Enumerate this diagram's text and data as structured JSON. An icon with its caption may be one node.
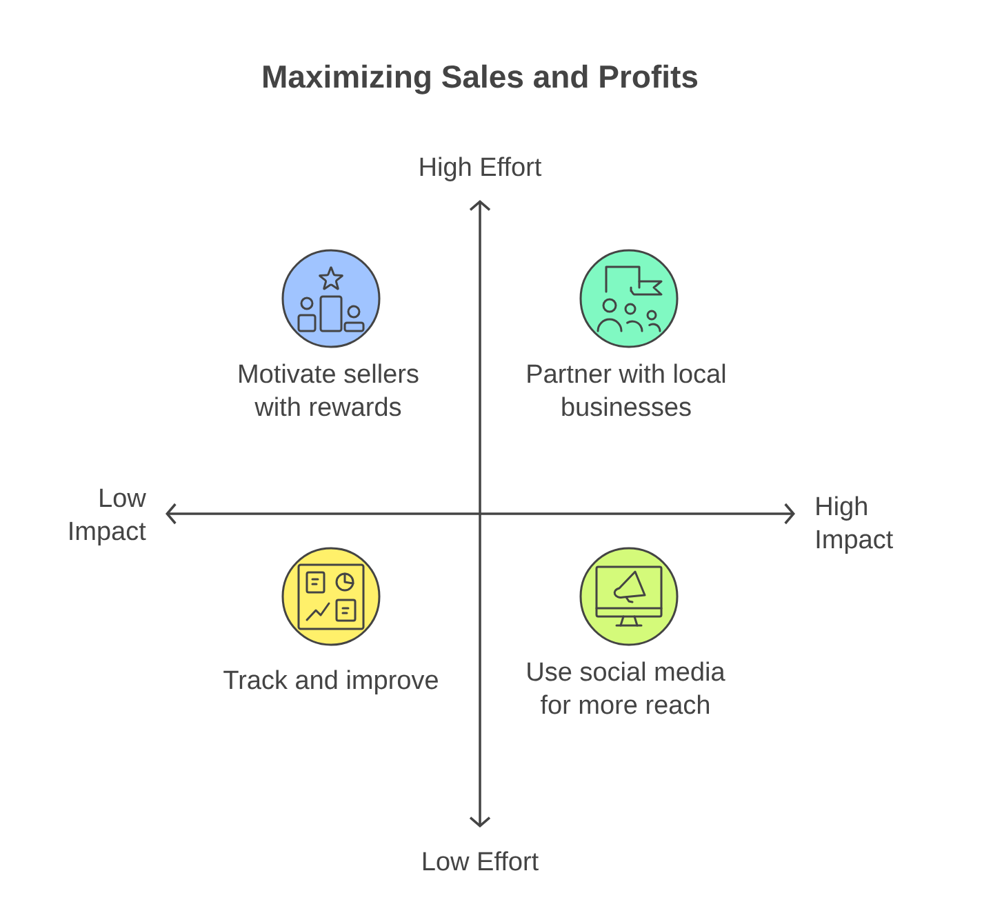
{
  "diagram": {
    "title": "Maximizing Sales and Profits",
    "nodes": [
      {
        "text": [],
        "shape": "circle",
        "beside": [
          "Motivate sellers with rewards"
        ]
      },
      {
        "text": [],
        "shape": "circle",
        "beside": [
          "Partner with local businesses"
        ]
      },
      {
        "text": [],
        "shape": "circle",
        "beside": [
          "Track and improve"
        ]
      },
      {
        "text": [],
        "shape": "circle",
        "beside": [
          "Use social media for more reach"
        ]
      }
    ],
    "labels": [
      "High Effort",
      "Low Impact",
      "High Impact",
      "Low Effort"
    ]
  }
}
